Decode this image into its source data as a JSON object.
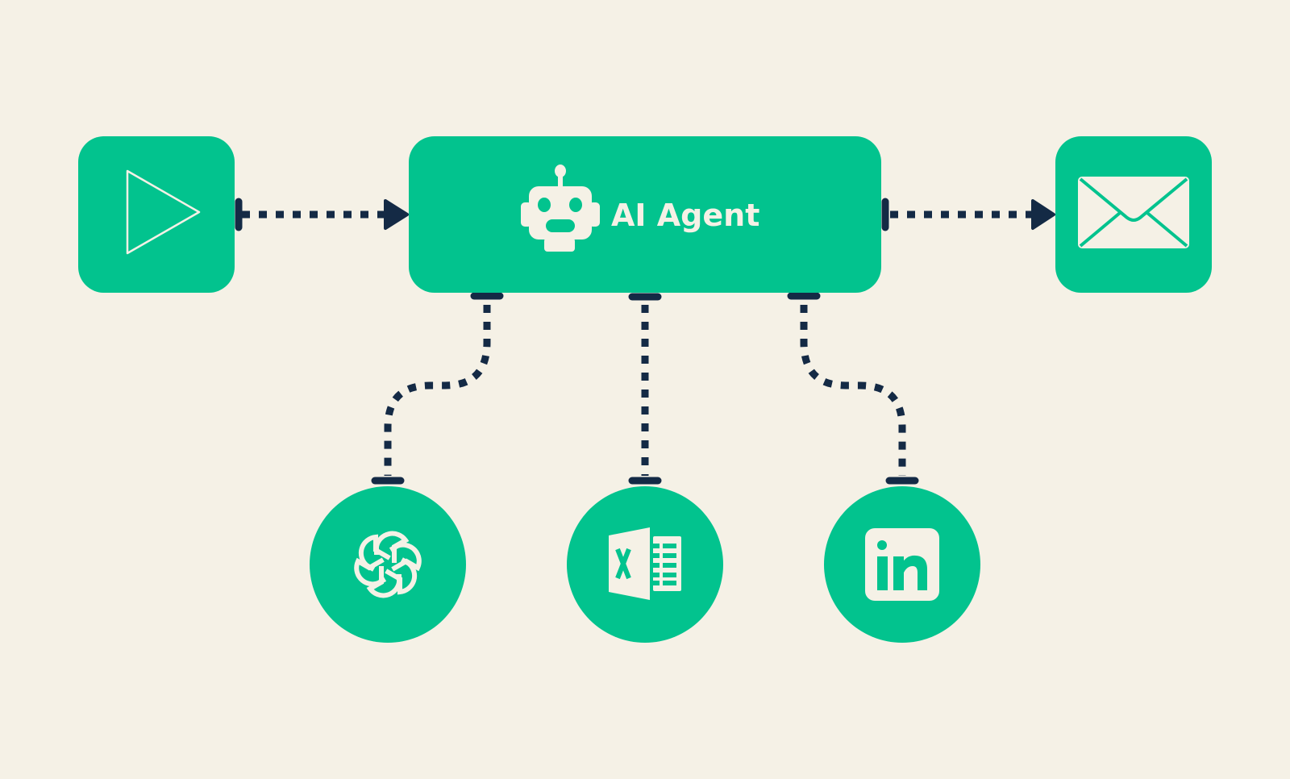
{
  "agent": {
    "label": "AI Agent",
    "icon": "robot-icon"
  },
  "nodes": [
    {
      "id": "trigger",
      "icon": "play-icon"
    },
    {
      "id": "agent",
      "icon": "robot-icon"
    },
    {
      "id": "output",
      "icon": "envelope-icon"
    },
    {
      "id": "openai",
      "icon": "openai-icon"
    },
    {
      "id": "excel",
      "icon": "excel-icon"
    },
    {
      "id": "linkedin",
      "icon": "linkedin-icon"
    }
  ],
  "colors": {
    "background": "#f5f1e6",
    "node": "#02c38e",
    "connector": "#142a45",
    "icon": "#f5f1e6"
  }
}
